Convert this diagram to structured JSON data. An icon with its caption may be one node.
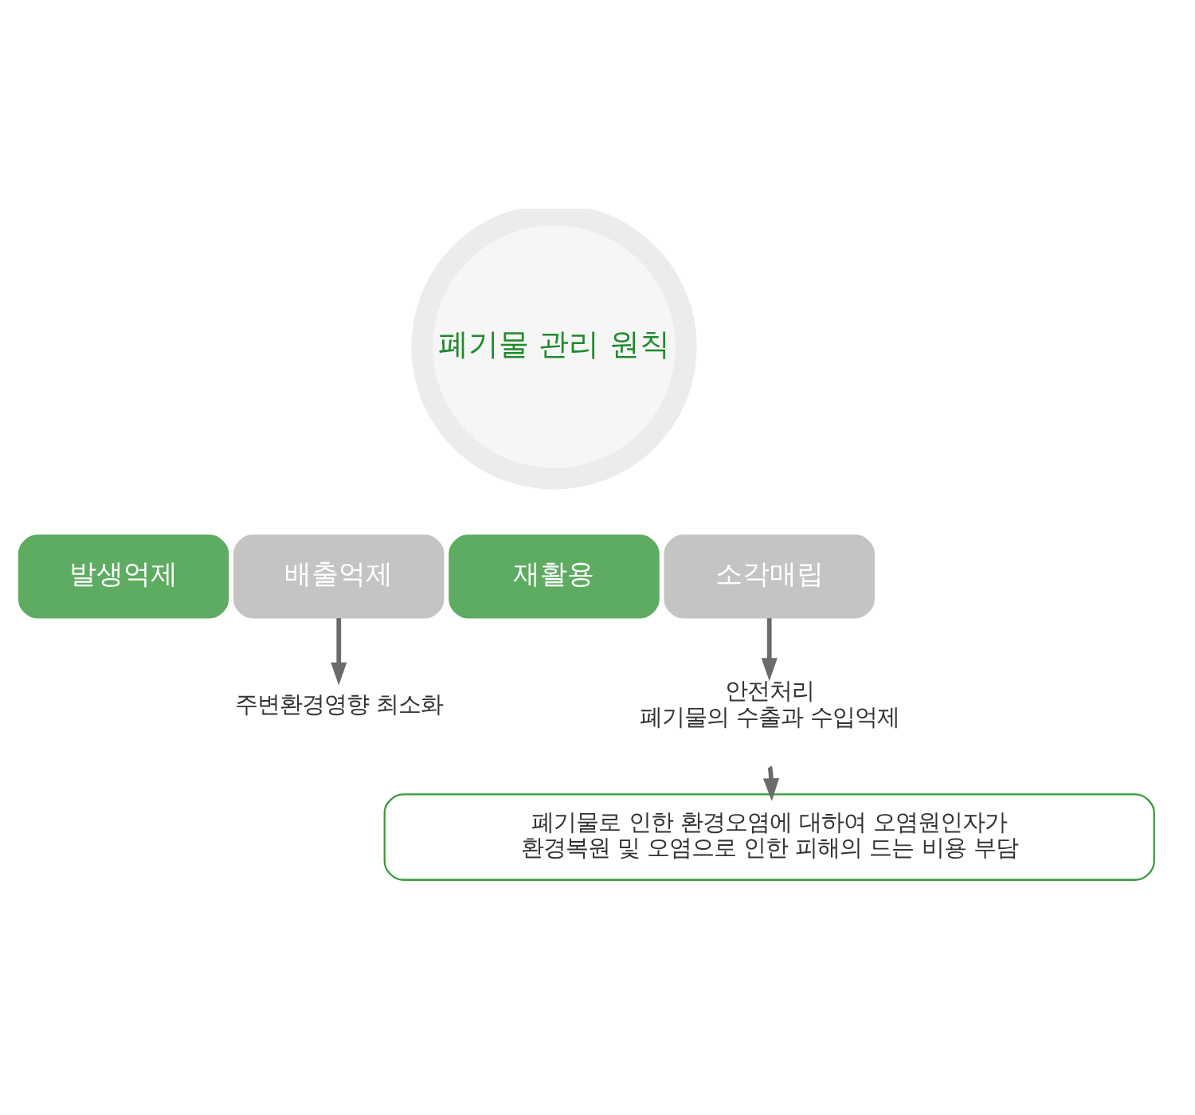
{
  "diagram": {
    "nodes": [
      {
        "text": [
          "폐기물 관리 원칙"
        ]
      },
      {
        "text": [
          "발생억제"
        ]
      },
      {
        "text": [
          "배출억제"
        ]
      },
      {
        "text": [
          "재활용"
        ]
      },
      {
        "text": [
          "소각매립"
        ]
      },
      {
        "text": [
          "주변환경영향 최소화"
        ]
      },
      {
        "text": [
          "안전처리",
          "폐기물의 수출과 수입억제"
        ]
      },
      {
        "text": [
          "폐기물로 인한 환경오염에 대하여 오염원인자가 환경복원 및 오염으로 인한 피해의 드는 비용 부담"
        ]
      }
    ],
    "edges": [
      {
        "from": 2,
        "to": 5,
        "arrow": "to"
      },
      {
        "from": 4,
        "to": 6,
        "arrow": "to"
      },
      {
        "from": null,
        "to": 7,
        "arrow": "to"
      }
    ]
  }
}
